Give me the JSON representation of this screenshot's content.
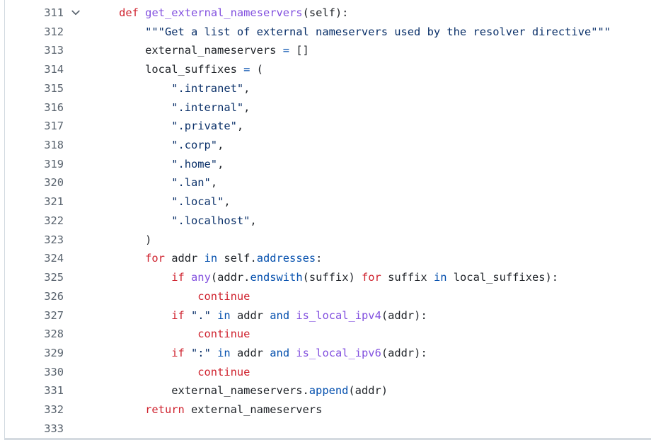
{
  "colors": {
    "background": "#ffffff",
    "plain_text": "#1f2328",
    "keyword": "#cf222e",
    "function": "#8250df",
    "string": "#0a3069",
    "operator": "#0550ae",
    "line_number": "#59636e",
    "border": "#d1d9e0",
    "scrollbar": "#d4dae0"
  },
  "icons": {
    "collapse_chevron": "chevron-down-icon"
  },
  "code": {
    "language": "python",
    "lines": [
      {
        "number": "311",
        "collapsible": true,
        "tokens": [
          {
            "type": "plain",
            "text": "    "
          },
          {
            "type": "keyword",
            "text": "def"
          },
          {
            "type": "plain",
            "text": " "
          },
          {
            "type": "function",
            "text": "get_external_nameservers"
          },
          {
            "type": "plain",
            "text": "(self):"
          }
        ]
      },
      {
        "number": "312",
        "collapsible": false,
        "tokens": [
          {
            "type": "plain",
            "text": "        "
          },
          {
            "type": "string",
            "text": "\"\"\"Get a list of external nameservers used by the resolver directive\"\"\""
          }
        ]
      },
      {
        "number": "313",
        "collapsible": false,
        "tokens": [
          {
            "type": "plain",
            "text": "        external_nameservers "
          },
          {
            "type": "operator",
            "text": "="
          },
          {
            "type": "plain",
            "text": " []"
          }
        ]
      },
      {
        "number": "314",
        "collapsible": false,
        "tokens": [
          {
            "type": "plain",
            "text": "        local_suffixes "
          },
          {
            "type": "operator",
            "text": "="
          },
          {
            "type": "plain",
            "text": " ("
          }
        ]
      },
      {
        "number": "315",
        "collapsible": false,
        "tokens": [
          {
            "type": "plain",
            "text": "            "
          },
          {
            "type": "string",
            "text": "\".intranet\""
          },
          {
            "type": "plain",
            "text": ","
          }
        ]
      },
      {
        "number": "316",
        "collapsible": false,
        "tokens": [
          {
            "type": "plain",
            "text": "            "
          },
          {
            "type": "string",
            "text": "\".internal\""
          },
          {
            "type": "plain",
            "text": ","
          }
        ]
      },
      {
        "number": "317",
        "collapsible": false,
        "tokens": [
          {
            "type": "plain",
            "text": "            "
          },
          {
            "type": "string",
            "text": "\".private\""
          },
          {
            "type": "plain",
            "text": ","
          }
        ]
      },
      {
        "number": "318",
        "collapsible": false,
        "tokens": [
          {
            "type": "plain",
            "text": "            "
          },
          {
            "type": "string",
            "text": "\".corp\""
          },
          {
            "type": "plain",
            "text": ","
          }
        ]
      },
      {
        "number": "319",
        "collapsible": false,
        "tokens": [
          {
            "type": "plain",
            "text": "            "
          },
          {
            "type": "string",
            "text": "\".home\""
          },
          {
            "type": "plain",
            "text": ","
          }
        ]
      },
      {
        "number": "320",
        "collapsible": false,
        "tokens": [
          {
            "type": "plain",
            "text": "            "
          },
          {
            "type": "string",
            "text": "\".lan\""
          },
          {
            "type": "plain",
            "text": ","
          }
        ]
      },
      {
        "number": "321",
        "collapsible": false,
        "tokens": [
          {
            "type": "plain",
            "text": "            "
          },
          {
            "type": "string",
            "text": "\".local\""
          },
          {
            "type": "plain",
            "text": ","
          }
        ]
      },
      {
        "number": "322",
        "collapsible": false,
        "tokens": [
          {
            "type": "plain",
            "text": "            "
          },
          {
            "type": "string",
            "text": "\".localhost\""
          },
          {
            "type": "plain",
            "text": ","
          }
        ]
      },
      {
        "number": "323",
        "collapsible": false,
        "tokens": [
          {
            "type": "plain",
            "text": "        )"
          }
        ]
      },
      {
        "number": "324",
        "collapsible": false,
        "tokens": [
          {
            "type": "plain",
            "text": "        "
          },
          {
            "type": "keyword",
            "text": "for"
          },
          {
            "type": "plain",
            "text": " addr "
          },
          {
            "type": "operator",
            "text": "in"
          },
          {
            "type": "plain",
            "text": " self."
          },
          {
            "type": "operator",
            "text": "addresses"
          },
          {
            "type": "plain",
            "text": ":"
          }
        ]
      },
      {
        "number": "325",
        "collapsible": false,
        "tokens": [
          {
            "type": "plain",
            "text": "            "
          },
          {
            "type": "keyword",
            "text": "if"
          },
          {
            "type": "plain",
            "text": " "
          },
          {
            "type": "function",
            "text": "any"
          },
          {
            "type": "plain",
            "text": "(addr."
          },
          {
            "type": "operator",
            "text": "endswith"
          },
          {
            "type": "plain",
            "text": "(suffix) "
          },
          {
            "type": "keyword",
            "text": "for"
          },
          {
            "type": "plain",
            "text": " suffix "
          },
          {
            "type": "operator",
            "text": "in"
          },
          {
            "type": "plain",
            "text": " local_suffixes):"
          }
        ]
      },
      {
        "number": "326",
        "collapsible": false,
        "tokens": [
          {
            "type": "plain",
            "text": "                "
          },
          {
            "type": "keyword",
            "text": "continue"
          }
        ]
      },
      {
        "number": "327",
        "collapsible": false,
        "tokens": [
          {
            "type": "plain",
            "text": "            "
          },
          {
            "type": "keyword",
            "text": "if"
          },
          {
            "type": "plain",
            "text": " "
          },
          {
            "type": "string",
            "text": "\".\""
          },
          {
            "type": "plain",
            "text": " "
          },
          {
            "type": "operator",
            "text": "in"
          },
          {
            "type": "plain",
            "text": " addr "
          },
          {
            "type": "operator",
            "text": "and"
          },
          {
            "type": "plain",
            "text": " "
          },
          {
            "type": "function",
            "text": "is_local_ipv4"
          },
          {
            "type": "plain",
            "text": "(addr):"
          }
        ]
      },
      {
        "number": "328",
        "collapsible": false,
        "tokens": [
          {
            "type": "plain",
            "text": "                "
          },
          {
            "type": "keyword",
            "text": "continue"
          }
        ]
      },
      {
        "number": "329",
        "collapsible": false,
        "tokens": [
          {
            "type": "plain",
            "text": "            "
          },
          {
            "type": "keyword",
            "text": "if"
          },
          {
            "type": "plain",
            "text": " "
          },
          {
            "type": "string",
            "text": "\":\""
          },
          {
            "type": "plain",
            "text": " "
          },
          {
            "type": "operator",
            "text": "in"
          },
          {
            "type": "plain",
            "text": " addr "
          },
          {
            "type": "operator",
            "text": "and"
          },
          {
            "type": "plain",
            "text": " "
          },
          {
            "type": "function",
            "text": "is_local_ipv6"
          },
          {
            "type": "plain",
            "text": "(addr):"
          }
        ]
      },
      {
        "number": "330",
        "collapsible": false,
        "tokens": [
          {
            "type": "plain",
            "text": "                "
          },
          {
            "type": "keyword",
            "text": "continue"
          }
        ]
      },
      {
        "number": "331",
        "collapsible": false,
        "tokens": [
          {
            "type": "plain",
            "text": "            external_nameservers."
          },
          {
            "type": "operator",
            "text": "append"
          },
          {
            "type": "plain",
            "text": "(addr)"
          }
        ]
      },
      {
        "number": "332",
        "collapsible": false,
        "tokens": [
          {
            "type": "plain",
            "text": "        "
          },
          {
            "type": "keyword",
            "text": "return"
          },
          {
            "type": "plain",
            "text": " external_nameservers"
          }
        ]
      },
      {
        "number": "333",
        "collapsible": false,
        "tokens": []
      }
    ]
  }
}
